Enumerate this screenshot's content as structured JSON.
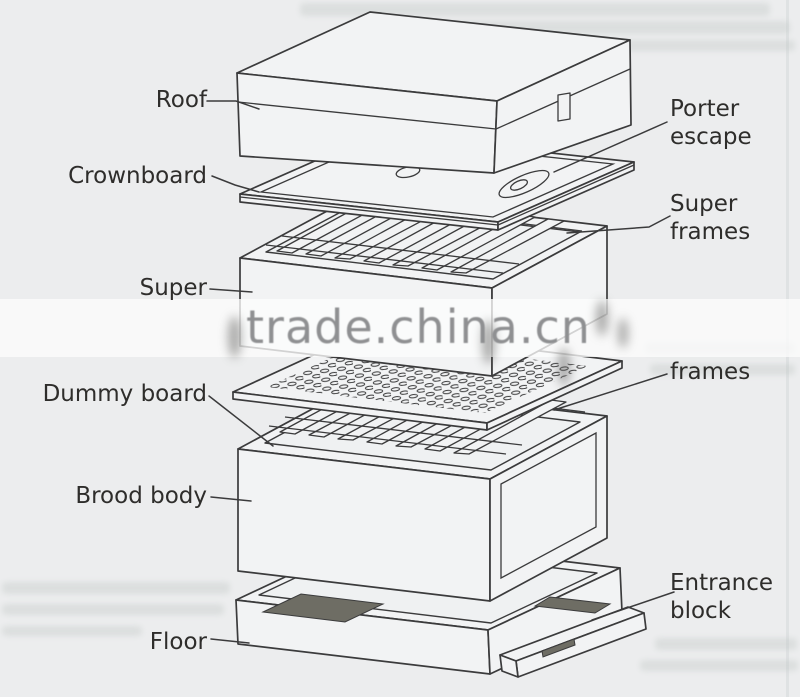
{
  "diagram": {
    "type": "exploded beehive parts diagram",
    "watermark": "trade.china.cn",
    "labels": [
      {
        "id": "roof",
        "text": "Roof",
        "side": "left"
      },
      {
        "id": "crownboard",
        "text": "Crownboard",
        "side": "left"
      },
      {
        "id": "super",
        "text": "Super",
        "side": "left"
      },
      {
        "id": "dummy-board",
        "text": "Dummy board",
        "side": "left"
      },
      {
        "id": "brood-body",
        "text": "Brood body",
        "side": "left"
      },
      {
        "id": "floor",
        "text": "Floor",
        "side": "left"
      },
      {
        "id": "porter-escape",
        "text": "Porter escape",
        "side": "right"
      },
      {
        "id": "super-frames",
        "text": "Super frames",
        "side": "right"
      },
      {
        "id": "frames",
        "text": "frames",
        "side": "right"
      },
      {
        "id": "entrance-block",
        "text": "Entrance block",
        "side": "right"
      }
    ],
    "colors": {
      "background": "#ecedee",
      "line": "#3b3b3c",
      "paper_face": "#f2f3f4",
      "entrance_slot_dark": "#6e6d64",
      "watermark_gray": "#8f9092",
      "label_text": "#2e2d2b"
    }
  }
}
